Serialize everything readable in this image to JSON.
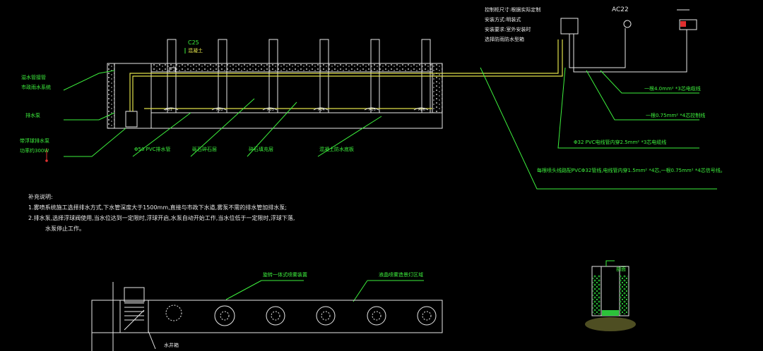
{
  "top_right": {
    "ac_label": "AC22",
    "info_lines": [
      "控制柜尺寸:根据实际定制",
      "安装方式:明装式",
      "安装要求:室外安装时",
      "选择防雨防水型箱"
    ]
  },
  "labels": {
    "c25": "C25",
    "concrete": "混凝土",
    "left_top_1": "溢水管接管",
    "left_top_2": "市政雨水系统",
    "pump": "排水泵",
    "pump_power_1": "带浮球排水泵",
    "pump_power_2": "功率约300W",
    "pvc_drain": "Φ50 PVC排水管",
    "gravel_1": "砾石碎石层",
    "gravel_2": "碎石填充层",
    "bottom_concrete": "混凝土防水底板",
    "cable_4": "一根4.0mm² *3芯电缆线",
    "cable_075": "一根0.75mm² *4芯控制线",
    "pvc32": "Φ32 PVC电线管内穿2.5mm² *3芯电缆线",
    "long_note": "每根喷头线路配PVCΦ32管线,电线管内穿1.5mm² *4芯,一根0.75mm² *4芯信号线。",
    "plan_label_1": "旋转一体式喷雾装置",
    "plan_label_2": "液晶喷雾造景灯区域",
    "plan_pit": "水井箱",
    "section": "剖面"
  },
  "notes": {
    "title": "补充说明:",
    "line1": "1.雾喷系统施工选择排水方式,下水管深度大于1500mm,直接与市政下水道,雾泵不需的排水管加排水泵;",
    "line2": "2.排水泵,选择浮球阀使用,当水位达到一定限时,浮球开启,水泵自动开始工作,当水位低于一定限时,浮球下落,",
    "line3": "水泵停止工作。"
  },
  "nozzle_tags": [
    "A01",
    "A02",
    "A03",
    "A04",
    "A05",
    "A06"
  ],
  "colors": {
    "wall": "#e8e8e8",
    "leader": "#3df03d",
    "pipe": "#e0e04a",
    "red": "#e03030"
  }
}
